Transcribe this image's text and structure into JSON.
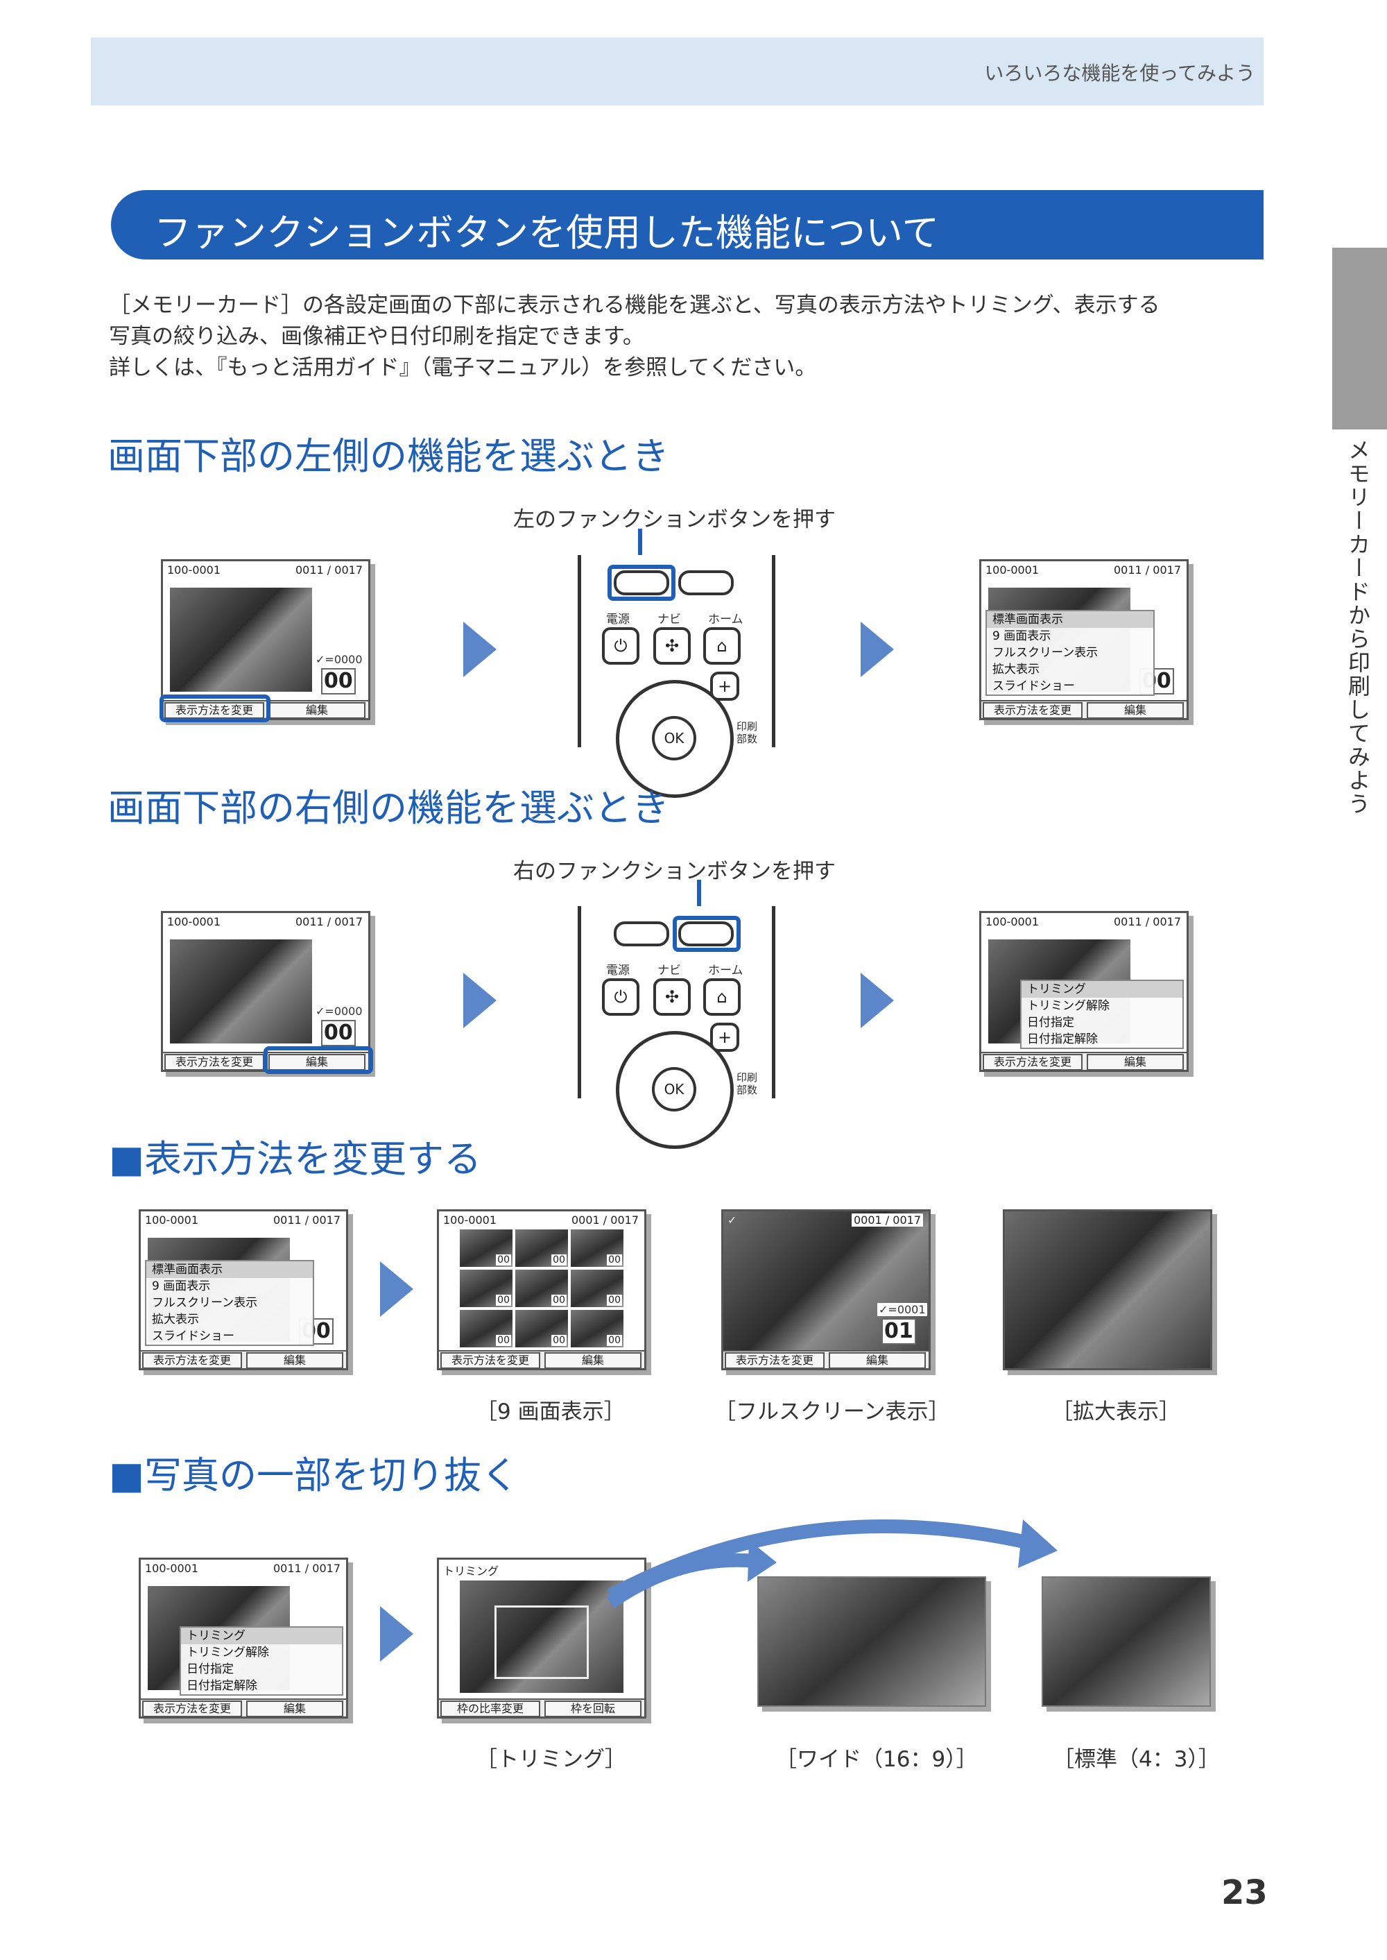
{
  "header": {
    "section": "いろいろな機能を使ってみよう"
  },
  "side_tab": {
    "label": "メモリーカードから印刷してみよう"
  },
  "page_title": "ファンクションボタンを使用した機能について",
  "intro": [
    "［メモリーカード］の各設定画面の下部に表示される機能を選ぶと、写真の表示方法やトリミング、表示する",
    "写真の絞り込み、画像補正や日付印刷を指定できます。",
    "詳しくは、『もっと活用ガイド』（電子マニュアル）を参照してください。"
  ],
  "section_left": {
    "heading": "画面下部の左側の機能を選ぶとき",
    "caption": "左のファンクションボタンを押す"
  },
  "section_right": {
    "heading": "画面下部の右側の機能を選ぶとき",
    "caption": "右のファンクションボタンを押す"
  },
  "section_display": {
    "heading": "■表示方法を変更する",
    "captions": {
      "nine": "［9 画面表示］",
      "full": "［フルスクリーン表示］",
      "zoom": "［拡大表示］"
    }
  },
  "section_crop": {
    "heading": "■写真の一部を切り抜く",
    "captions": {
      "trim": "［トリミング］",
      "wide": "［ワイド（16：9）］",
      "std": "［標準（4：3）］"
    }
  },
  "lcd": {
    "folder": "100-0001",
    "count": "0011 / 0017",
    "count_single": "0001 / 0017",
    "check": "✓=0000",
    "check_full": "✓=0001",
    "copies": "00",
    "copies_full": "01",
    "btn_left": "表示方法を変更",
    "btn_right": "編集",
    "trim_title": "トリミング",
    "trim_btn_left": "枠の比率変更",
    "trim_btn_right": "枠を回転"
  },
  "menu_display": [
    "標準画面表示",
    "9 画面表示",
    "フルスクリーン表示",
    "拡大表示",
    "スライドショー"
  ],
  "menu_edit": [
    "トリミング",
    "トリミング解除",
    "日付指定",
    "日付指定解除"
  ],
  "panel": {
    "power": "電源",
    "navi": "ナビ",
    "home": "ホーム",
    "ok": "OK",
    "copies_label_1": "印刷",
    "copies_label_2": "部数"
  },
  "grid_copies": [
    "00",
    "00",
    "00",
    "00",
    "00",
    "00",
    "00",
    "00",
    "00"
  ],
  "page_number": "23",
  "colors": {
    "accent": "#1f5fb5",
    "header_band": "#d9e6f3",
    "arrow": "#5b86c9"
  }
}
